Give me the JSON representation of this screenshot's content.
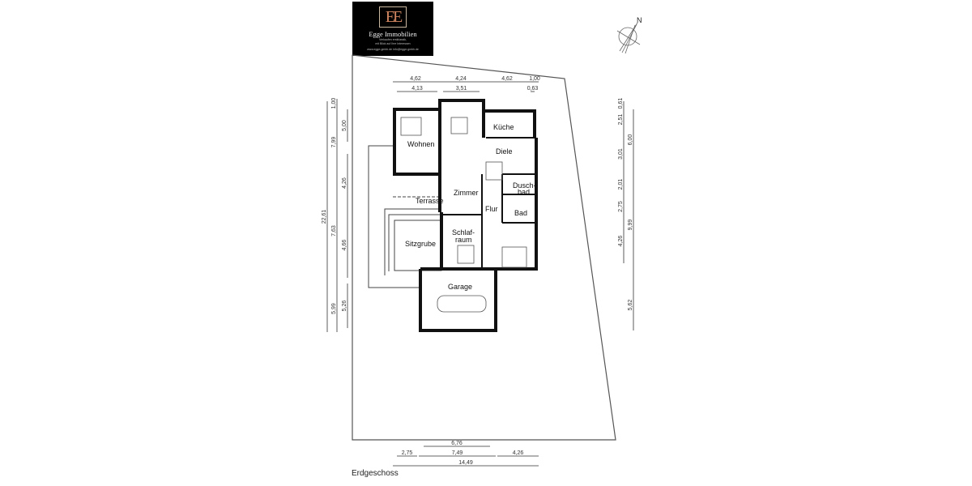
{
  "logo": {
    "monogram": "EE",
    "brand": "Egge Immobilien",
    "tagline_1": "Verkaufen erstklassik,",
    "tagline_2": "mit Blick auf Ihre Interessen",
    "contact": "www.egge-gmbh.de   info@egge-gmbh.de",
    "accent_color": "#d08560"
  },
  "north_label": "N",
  "rooms": {
    "wohnen": "Wohnen",
    "kueche": "Küche",
    "diele": "Diele",
    "zimmer": "Zimmer",
    "terrasse": "Terrasse",
    "duschbad_1": "Dusch-",
    "duschbad_2": "bad",
    "flur": "Flur",
    "bad": "Bad",
    "schlafraum_1": "Schlaf-",
    "schlafraum_2": "raum",
    "sitzgrube": "Sitzgrube",
    "garage": "Garage"
  },
  "dimensions": {
    "top_row_1": [
      "4,62",
      "4,24",
      "4,62",
      "1,00"
    ],
    "top_row_2": [
      "4,13",
      "3,51",
      "0,63"
    ],
    "left_outer": [
      "22,61"
    ],
    "left_middle": [
      "1,00",
      "7,99",
      "7,63",
      "5,99"
    ],
    "left_inner": [
      "5,00",
      "4,26",
      "4,66",
      "5,26"
    ],
    "right_inner": [
      "0,61",
      "2,51",
      "3,01",
      "2,01",
      "2,75",
      "4,26"
    ],
    "right_outer": [
      "6,00",
      "9,99",
      "5,62"
    ],
    "bottom_row_1": [
      "6,76"
    ],
    "bottom_row_2": [
      "2,75",
      "7,49",
      "4,26"
    ],
    "bottom_row_3": [
      "14,49"
    ]
  },
  "floor_label": "Erdgeschoss"
}
